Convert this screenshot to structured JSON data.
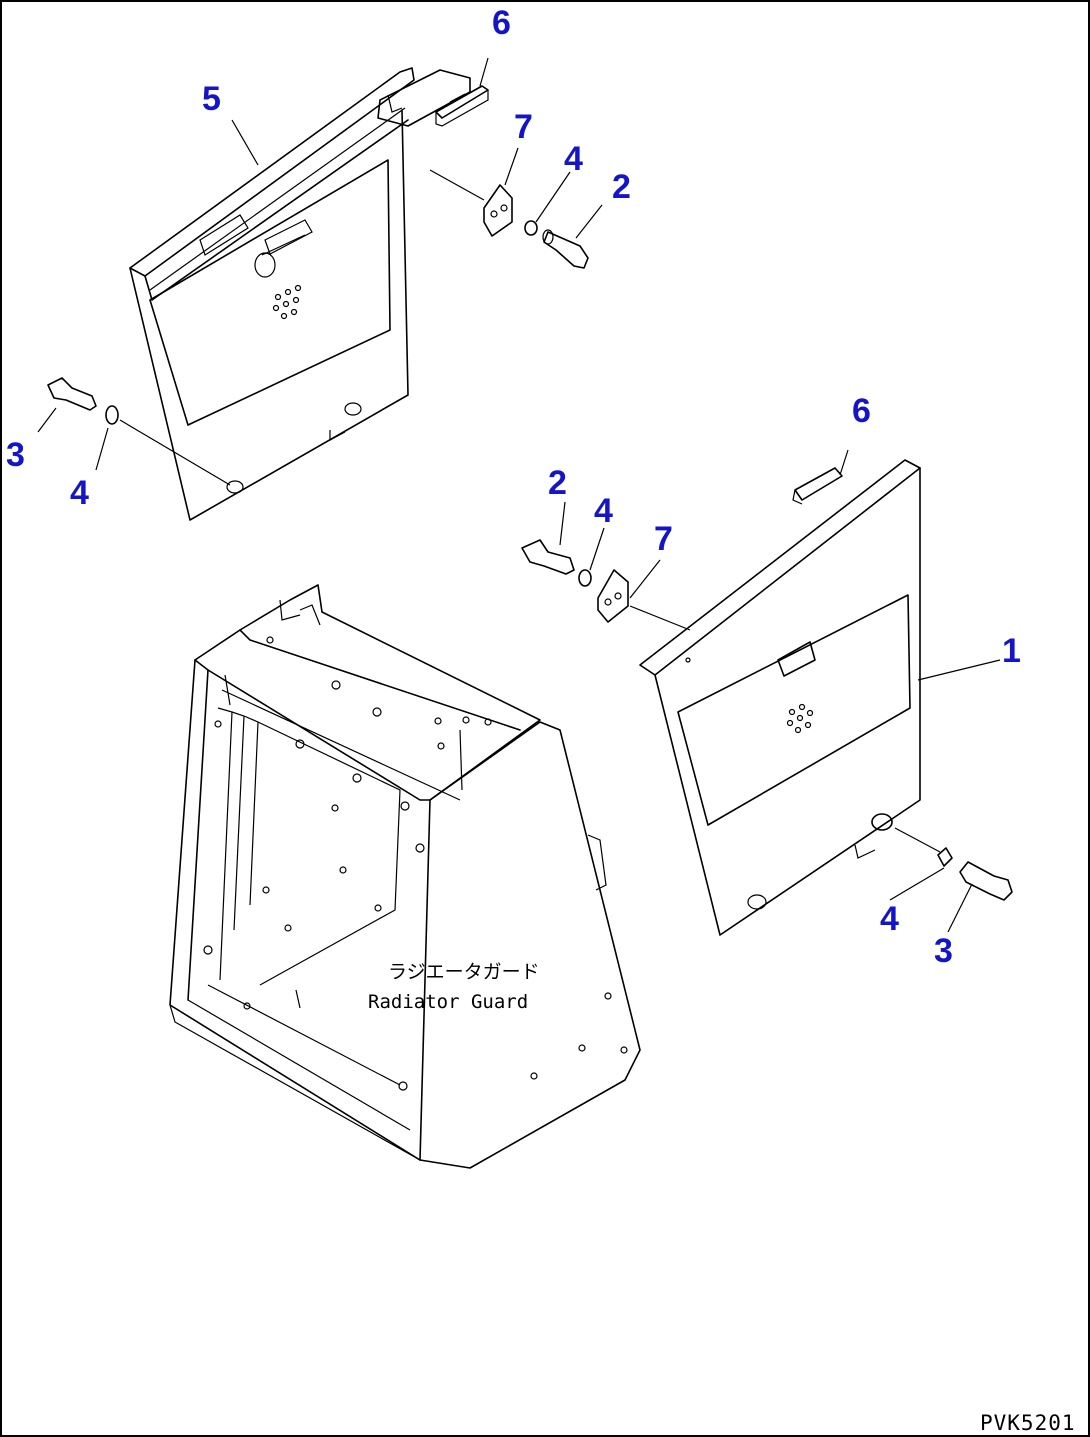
{
  "callouts": {
    "c5": "5",
    "c6a": "6",
    "c7a": "7",
    "c4a": "4",
    "c2a": "2",
    "c3a": "3",
    "c4b": "4",
    "c6b": "6",
    "c2b": "2",
    "c4c": "4",
    "c7b": "7",
    "c1": "1",
    "c4d": "4",
    "c3b": "3"
  },
  "label": {
    "jp": "ラジエータガード",
    "en": "Radiator Guard"
  },
  "drawing_code": "PVK5201",
  "colors": {
    "callout": "#1414c8",
    "line": "#000000"
  }
}
